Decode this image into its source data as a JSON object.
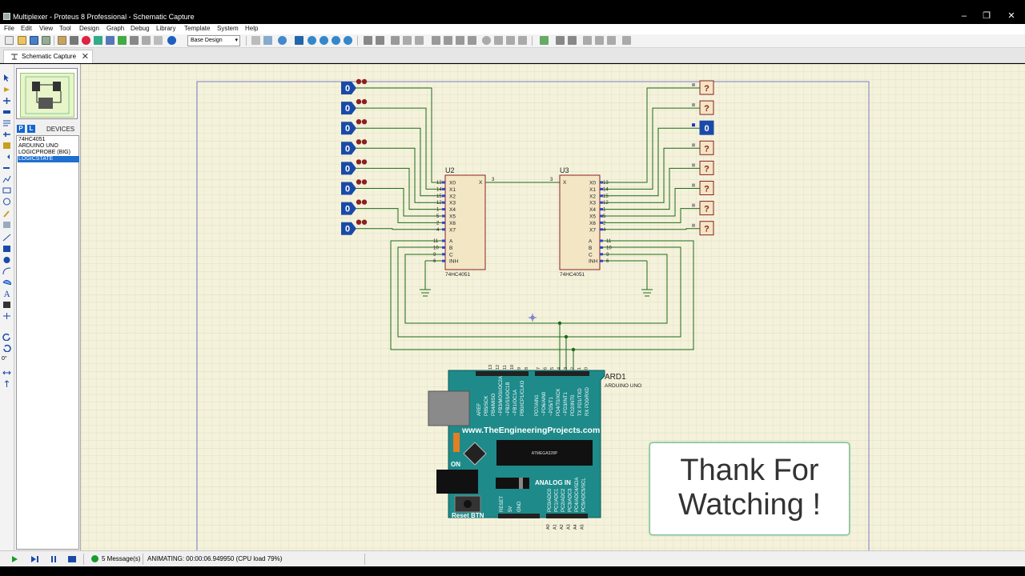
{
  "window": {
    "title": "Multiplexer - Proteus 8 Professional - Schematic Capture",
    "buttons": {
      "minimize": "–",
      "maximize": "❐",
      "close": "✕"
    }
  },
  "menu": [
    "File",
    "Edit",
    "View",
    "Tool",
    "Design",
    "Graph",
    "Debug",
    "Library",
    "Template",
    "System",
    "Help"
  ],
  "toolbar": {
    "variant_select": "Base Design"
  },
  "tab": {
    "label": "Schematic Capture",
    "close": "✕"
  },
  "device_panel": {
    "p_button": "P",
    "l_button": "L",
    "header": "DEVICES",
    "devices": [
      "74HC4051",
      "ARDUINO UNO",
      "LOGICPROBE (BIG)",
      "LOGICSTATE"
    ],
    "selected": "LOGICSTATE"
  },
  "left_tools": {
    "rotation": "0°"
  },
  "schematic": {
    "mux_left": {
      "ref": "U2",
      "part": "74HC4051",
      "left_pins": [
        {
          "num": "13",
          "name": "X0"
        },
        {
          "num": "14",
          "name": "X1"
        },
        {
          "num": "15",
          "name": "X2"
        },
        {
          "num": "12",
          "name": "X3"
        },
        {
          "num": "1",
          "name": "X4"
        },
        {
          "num": "5",
          "name": "X5"
        },
        {
          "num": "2",
          "name": "X6"
        },
        {
          "num": "4",
          "name": "X7"
        }
      ],
      "ctrl_pins": [
        {
          "num": "11",
          "name": "A"
        },
        {
          "num": "10",
          "name": "B"
        },
        {
          "num": "9",
          "name": "C"
        },
        {
          "num": "6",
          "name": "INH"
        }
      ],
      "out_pin": {
        "num": "3",
        "name": "X"
      }
    },
    "mux_right": {
      "ref": "U3",
      "part": "74HC4051",
      "right_pins": [
        {
          "num": "13",
          "name": "X0"
        },
        {
          "num": "14",
          "name": "X1"
        },
        {
          "num": "15",
          "name": "X2"
        },
        {
          "num": "12",
          "name": "X3"
        },
        {
          "num": "1",
          "name": "X4"
        },
        {
          "num": "5",
          "name": "X5"
        },
        {
          "num": "2",
          "name": "X6"
        },
        {
          "num": "4",
          "name": "X7"
        }
      ],
      "ctrl_pins": [
        {
          "num": "11",
          "name": "A"
        },
        {
          "num": "10",
          "name": "B"
        },
        {
          "num": "9",
          "name": "C"
        },
        {
          "num": "6",
          "name": "INH"
        }
      ],
      "in_pin": {
        "num": "3",
        "name": "X"
      }
    },
    "logic_states": [
      "0",
      "0",
      "0",
      "0",
      "0",
      "0",
      "0",
      "0"
    ],
    "logic_probes": [
      "?",
      "?",
      "0",
      "?",
      "?",
      "?",
      "?",
      "?"
    ],
    "arduino": {
      "ref": "ARD1",
      "part": "ARDUINO UNO",
      "site": "www.TheEngineeringProjects.com",
      "on_label": "ON",
      "reset_label": "Reset BTN",
      "analog_label": "ANALOG IN",
      "top_pin_labels": [
        "AREF",
        "PB5/SCK",
        "PB4/MISO",
        "~PB3/MOSI/OC2A",
        "~PB2/SS/OC1B",
        "~PB1/OC1A",
        "PB0/ICP1/CLKO",
        "PD7/AIN1",
        "~PD6/AIN0",
        "~PD5/T1",
        "PD4/T0/XCK",
        "~PD3/INT1",
        "PD2/INT0",
        "TX PD1/TXD",
        "RX PD0/RXD"
      ],
      "top_pin_numbers": [
        "13",
        "12",
        "11",
        "10",
        "9",
        "8",
        "7",
        "6",
        "5",
        "4",
        "3",
        "2",
        "1",
        "0"
      ],
      "bottom_pin_labels": [
        "RESET",
        "5V",
        "GND",
        "PC0/ADC0",
        "PC1/ADC1",
        "PC2/ADC2",
        "PC3/ADC3",
        "PC4/ADC4/SDA",
        "PC5/ADC5/SCL"
      ],
      "bottom_pin_numbers": [
        "A0",
        "A1",
        "A2",
        "A3",
        "A4",
        "A5"
      ],
      "chip_text": "ATMEGA328P"
    }
  },
  "status": {
    "messages": "5 Message(s)",
    "animating": "ANIMATING: 00:00:06.949950 (CPU load 79%)"
  },
  "overlay": {
    "line1": "Thank For",
    "line2": "Watching !"
  },
  "colors": {
    "sheet_bg": "#f5f2db",
    "grid": "#d9d5bd",
    "wire": "#1a6b1a",
    "component": "#8b2020",
    "chip_fill": "#f3e6c5",
    "logicstate": "#1a4aa8",
    "arduino": "#1e8a8a"
  }
}
